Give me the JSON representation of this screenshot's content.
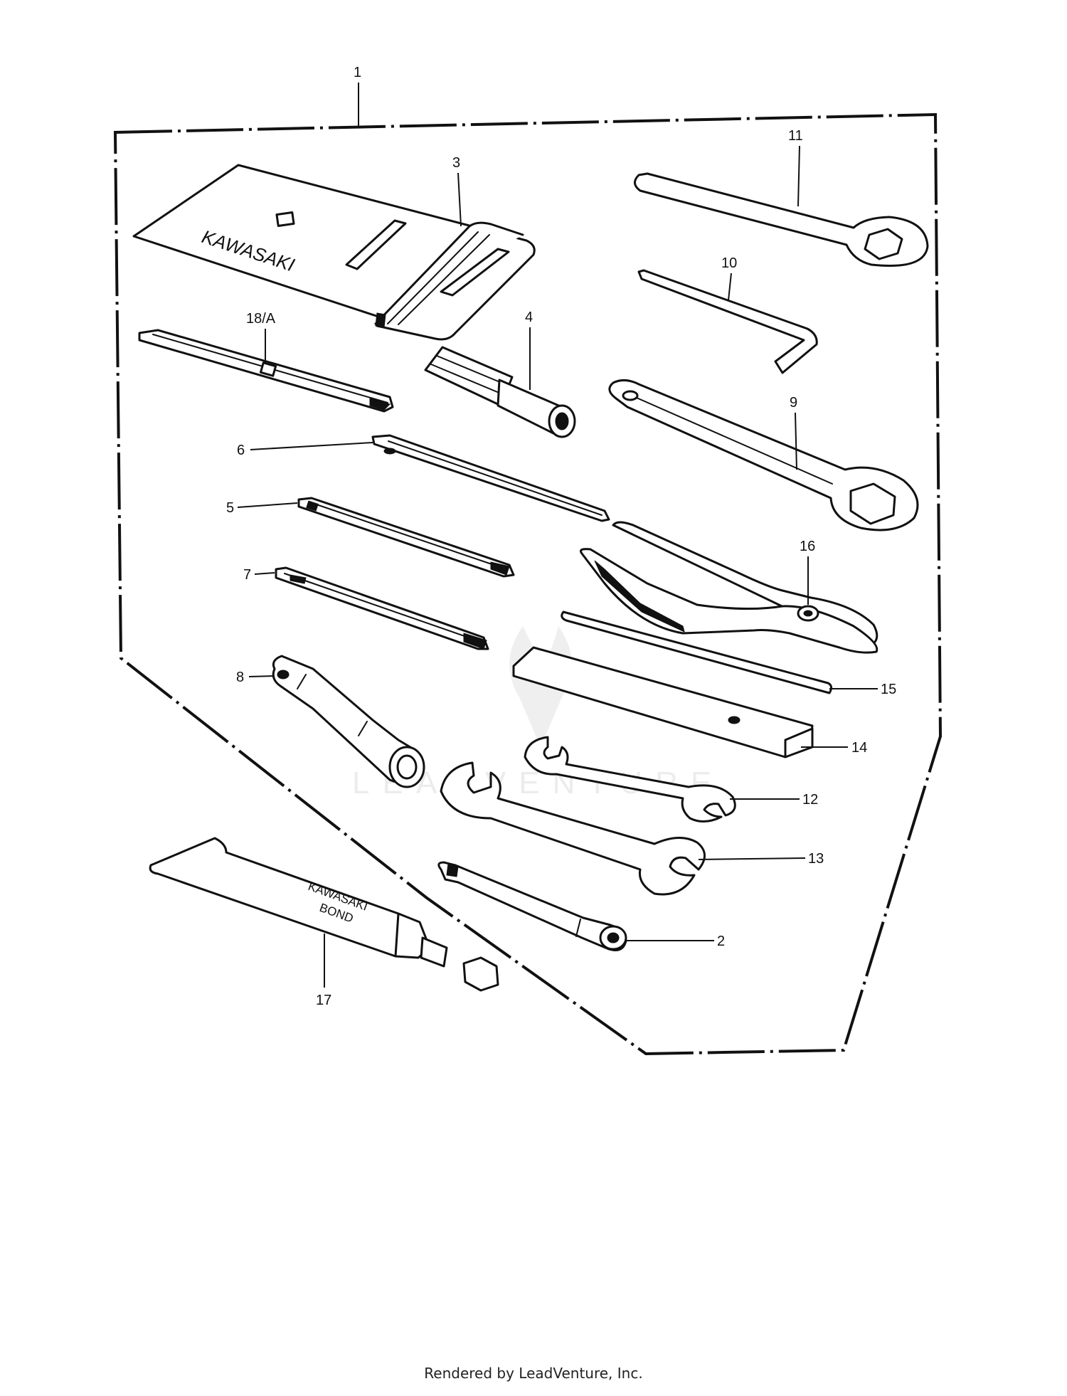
{
  "callouts": {
    "c1": "1",
    "c2": "2",
    "c3": "3",
    "c4": "4",
    "c5": "5",
    "c6": "6",
    "c7": "7",
    "c8": "8",
    "c9": "9",
    "c10": "10",
    "c11": "11",
    "c12": "12",
    "c13": "13",
    "c14": "14",
    "c15": "15",
    "c16": "16",
    "c17": "17",
    "c18a": "18/A"
  },
  "labels": {
    "toolbag_print": "KAWASAKI",
    "tube_print_line1": "KAWASAKI",
    "tube_print_line2": "BOND"
  },
  "watermark": {
    "text": "LEADVENTURE"
  },
  "footer": {
    "text": "Rendered by LeadVenture, Inc."
  }
}
